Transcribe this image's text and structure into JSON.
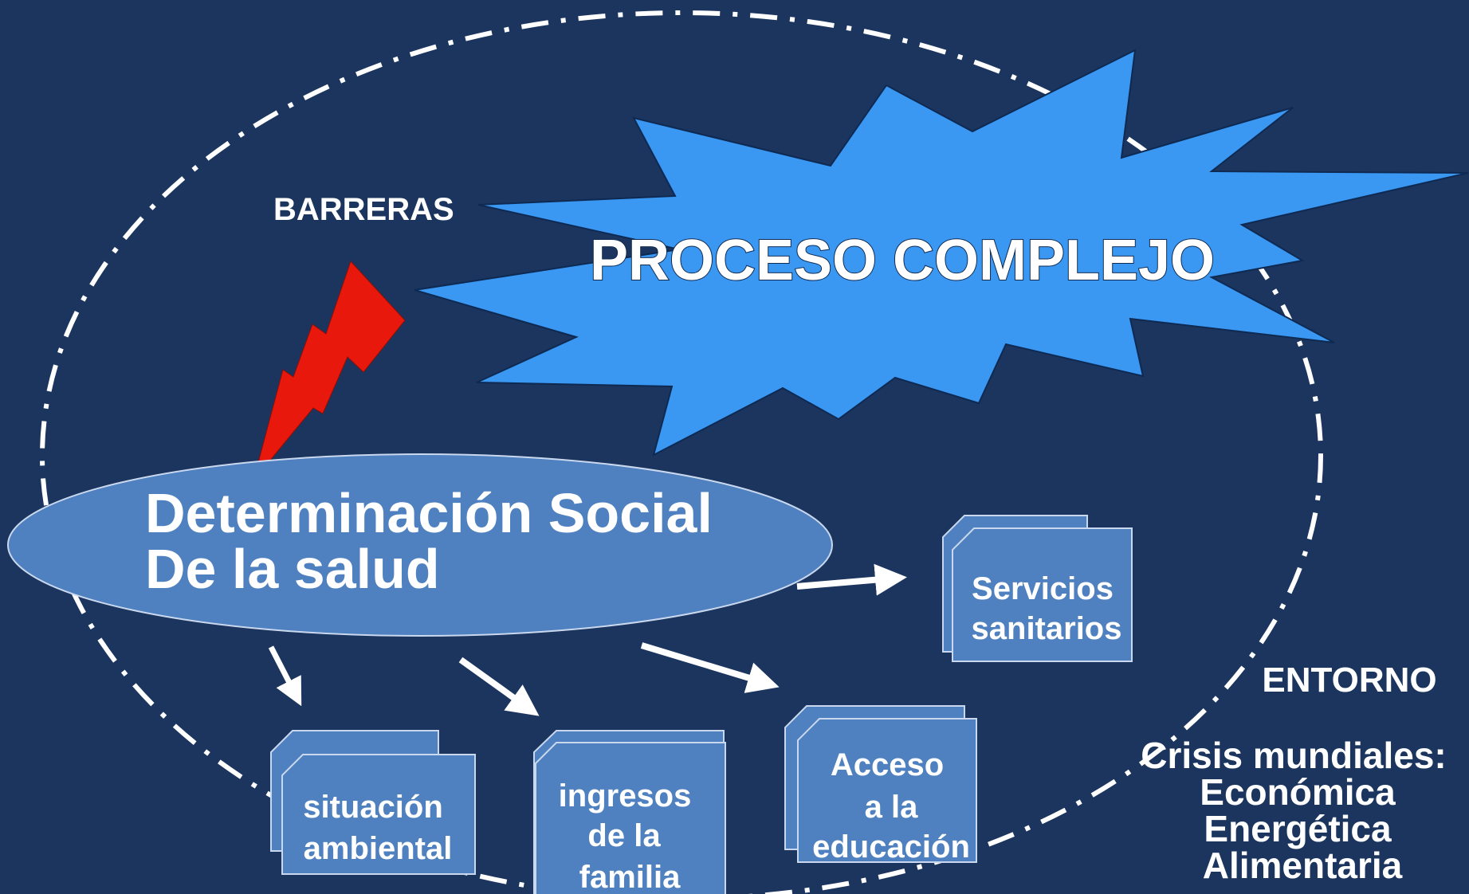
{
  "colors": {
    "background": "#1b355e",
    "burst": "#3a97f2",
    "node_fill": "#4f80bf",
    "lightning": "#e8180c",
    "line": "#ffffff"
  },
  "labels": {
    "barreras": "BARRERAS",
    "proceso_complejo": "PROCESO COMPLEJO",
    "determinacion_line1": "Determinación  Social",
    "determinacion_line2": "De la salud",
    "servicios_line1": "Servicios",
    "servicios_line2": "sanitarios",
    "situacion_line1": "situación",
    "situacion_line2": "ambiental",
    "ingresos_line1": "ingresos",
    "ingresos_line2": "de la",
    "ingresos_line3": "familia",
    "acceso_line1": "Acceso",
    "acceso_line2": "a la",
    "acceso_line3": "educación",
    "entorno": "ENTORNO",
    "crisis_title": "Crisis mundiales:",
    "crisis_item1": "Económica",
    "crisis_item2": "Energética",
    "crisis_item3": "Alimentaria"
  },
  "icons": {
    "barrier": "lightning-bolt-icon",
    "process": "starburst-shape"
  }
}
